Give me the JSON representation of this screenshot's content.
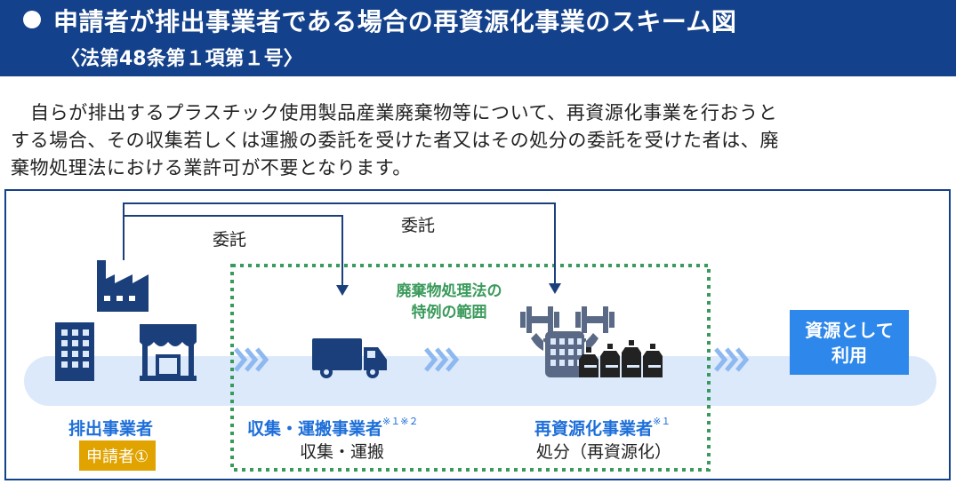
{
  "header": {
    "title": "申請者が排出事業者である場合の再資源化事業のスキーム図",
    "subtitle": "〈法第48条第１項第１号〉"
  },
  "description": {
    "lines": [
      "自らが排出するプラスチック使用製品産業廃棄物等について、再資源化事業を行おうと",
      "する場合、その収集若しくは運搬の委託を受けた者又はその処分の委託を受けた者は、廃",
      "棄物処理法における業許可が不要となります。"
    ]
  },
  "diagram": {
    "itaku_left": "委託",
    "itaku_right": "委託",
    "scope_label": [
      "廃棄物処理法の",
      "特例の範囲"
    ],
    "emitter": {
      "name": "排出事業者",
      "badge": "申請者①"
    },
    "collector": {
      "name": "収集・運搬事業者",
      "note": "※１※２",
      "sub": "収集・運搬"
    },
    "recycler": {
      "name": "再資源化事業者",
      "note": "※１",
      "sub": "処分（再資源化）"
    },
    "result": [
      "資源として",
      "利用"
    ],
    "icons": [
      "factory-icon",
      "office-building-icon",
      "shop-icon",
      "truck-icon",
      "recycling-facility-icon",
      "bottles-icon"
    ],
    "colors": {
      "header_bg": "#14418b",
      "flow_band": "#dce9fb",
      "chevron": "#8db8f0",
      "icon": "#1a3f7a",
      "scope_border": "#3a9a5b",
      "role_name": "#1e6fd9",
      "badge": "#e0a300",
      "result_box": "#2e87ea"
    }
  }
}
